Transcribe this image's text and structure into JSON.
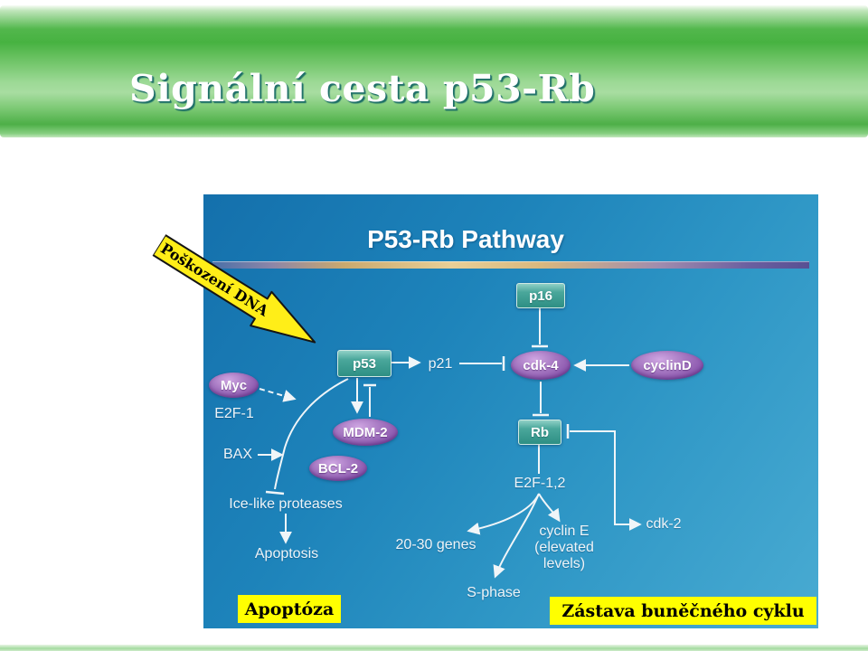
{
  "slide": {
    "title": "Signální cesta p53-Rb"
  },
  "diagram": {
    "title": "P53-Rb Pathway",
    "nodes": {
      "p16": "p16",
      "p53": "p53",
      "p21": "p21",
      "cdk4": "cdk-4",
      "cyclinD": "cyclinD",
      "myc": "Myc",
      "e2f1": "E2F-1",
      "mdm2": "MDM-2",
      "bax": "BAX",
      "bcl2": "BCL-2",
      "ice": "Ice-like proteases",
      "apoptosis": "Apoptosis",
      "rb": "Rb",
      "e2f12": "E2F-1,2",
      "genes": "20-30 genes",
      "cyclinE": "cyclin E\n(elevated\nlevels)",
      "cdk2": "cdk-2",
      "sphase": "S-phase"
    }
  },
  "annotations": {
    "damage": "Poškození DNA",
    "apoptoza": "Apoptóza",
    "zastava": "Zástava buněčného cyklu"
  },
  "colors": {
    "header_green": "#47b241",
    "panel_blue_top": "#1470ac",
    "panel_blue_bottom": "#49abd2",
    "node_teal": "#2e8f84",
    "node_purple": "#8a55ad",
    "highlight_yellow": "#ffff00",
    "divider_gold": "#e8cf96",
    "line_white": "#f0f5f8"
  }
}
